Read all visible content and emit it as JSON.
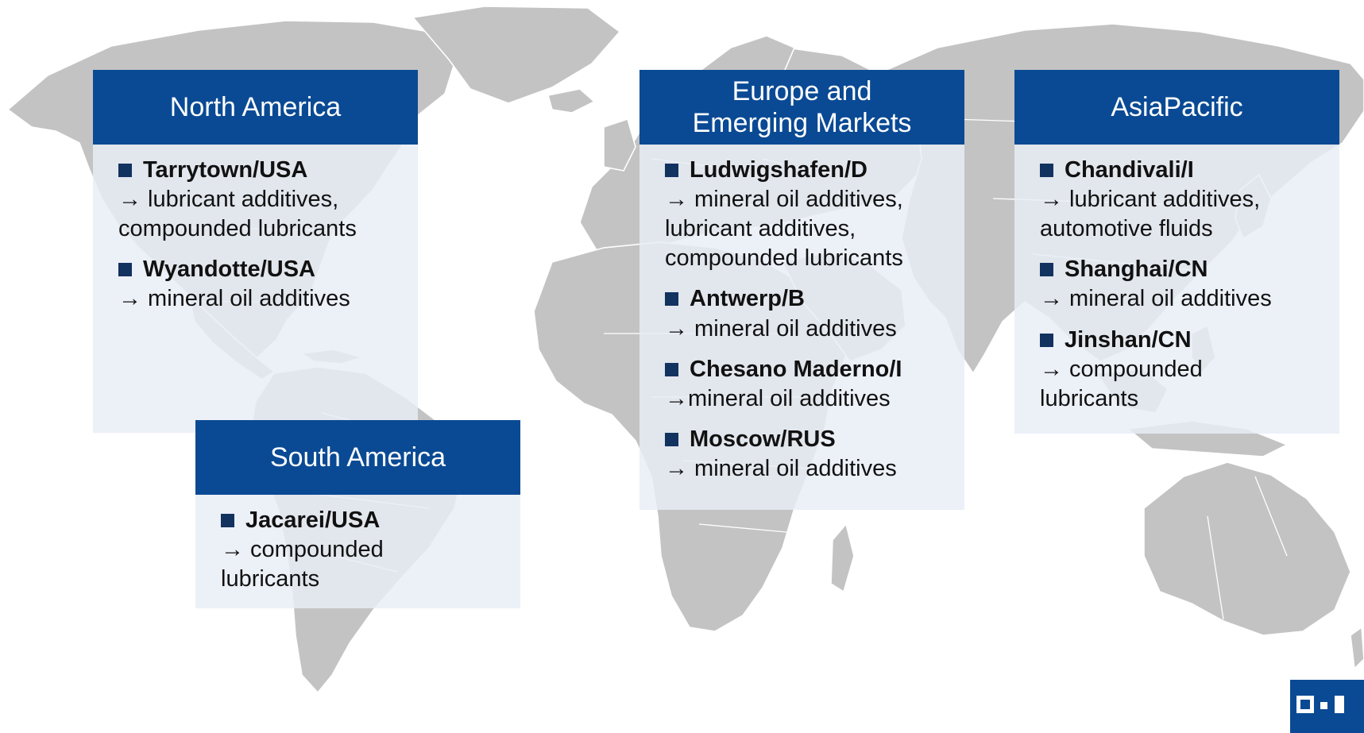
{
  "regions": [
    {
      "id": "north-america",
      "title": "North America",
      "sites": [
        {
          "name": "Tarrytown/USA",
          "products": "→ lubricant additives,\ncompounded lubricants"
        },
        {
          "name": "Wyandotte/USA",
          "products": "→ mineral oil additives"
        }
      ]
    },
    {
      "id": "south-america",
      "title": "South America",
      "sites": [
        {
          "name": "Jacarei/USA",
          "products": "→ compounded\nlubricants"
        }
      ]
    },
    {
      "id": "europe",
      "title": "Europe and\nEmerging Markets",
      "sites": [
        {
          "name": "Ludwigshafen/D",
          "products": "→ mineral oil additives,\nlubricant additives,\ncompounded lubricants"
        },
        {
          "name": "Antwerp/B",
          "products": "→ mineral oil additives"
        },
        {
          "name": "Chesano Maderno/I",
          "products": "→mineral oil additives"
        },
        {
          "name": "Moscow/RUS",
          "products": "→ mineral oil additives"
        }
      ]
    },
    {
      "id": "asia-pacific",
      "title": "AsiaPacific",
      "sites": [
        {
          "name": "Chandivali/I",
          "products": "→ lubricant  additives,\nautomotive fluids"
        },
        {
          "name": "Shanghai/CN",
          "products": "→ mineral oil additives"
        },
        {
          "name": "Jinshan/CN",
          "products": "→ compounded\nlubricants"
        }
      ]
    }
  ],
  "colors": {
    "header": "#0a4a94",
    "panel": "#e8edf6",
    "bullet": "#12325f",
    "land": "#c3c3c3"
  },
  "icons": {
    "bullet": "square-bullet-icon",
    "logo": "company-logo-icon"
  }
}
